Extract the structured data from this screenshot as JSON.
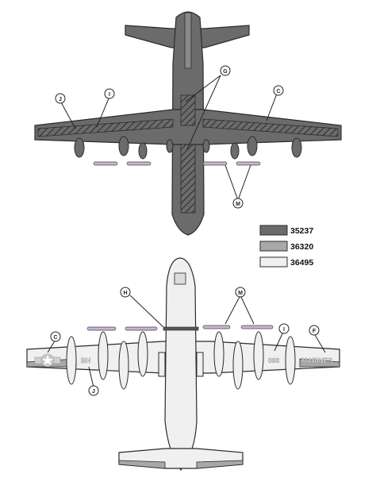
{
  "legend": [
    {
      "code": "35237",
      "color": "#6b6b6b"
    },
    {
      "code": "36320",
      "color": "#a8a8a8"
    },
    {
      "code": "36495",
      "color": "#f0f0f0"
    }
  ],
  "callouts": {
    "top": [
      "G",
      "C",
      "I",
      "J",
      "M"
    ],
    "bottom": [
      "H",
      "M",
      "C",
      "I",
      "F",
      "J"
    ]
  },
  "markings": {
    "modex_left": "BH",
    "modex_right": "000",
    "service": "MARINES"
  },
  "colors": {
    "dark_gray": "#6b6b6b",
    "medium_gray": "#a8a8a8",
    "light_gray": "#f0f0f0",
    "outline": "#2b2b2b",
    "pods": "#c9b4d6"
  }
}
